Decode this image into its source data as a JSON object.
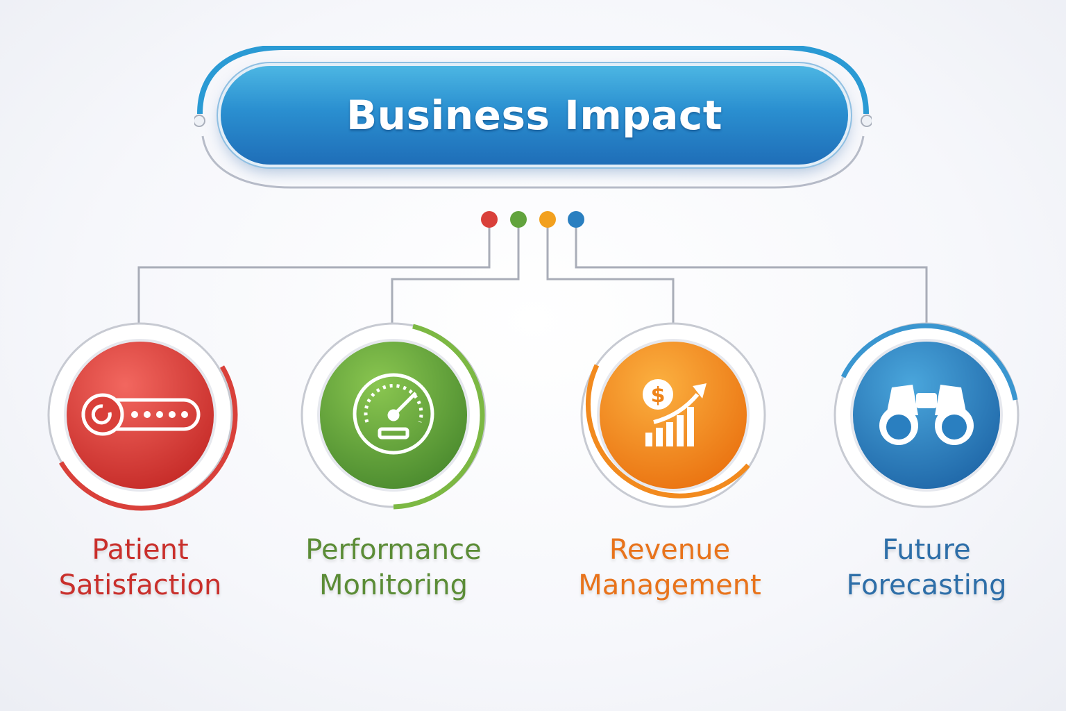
{
  "title": "Business Impact",
  "colors": {
    "red": "#d9403a",
    "green": "#62a33d",
    "orange": "#f28a1e",
    "blue": "#2a7fc0",
    "connector": "#a9adb8"
  },
  "items": [
    {
      "line1": "Patient",
      "line2": "Satisfaction",
      "icon": "password-field-icon",
      "color": "#c92f2b"
    },
    {
      "line1": "Performance",
      "line2": "Monitoring",
      "icon": "speedometer-gauge-icon",
      "color": "#5b8c36"
    },
    {
      "line1": "Revenue",
      "line2": "Management",
      "icon": "dollar-growth-chart-icon",
      "color": "#e8731b"
    },
    {
      "line1": "Future",
      "line2": "Forecasting",
      "icon": "binoculars-icon",
      "color": "#2d6ea8"
    }
  ]
}
